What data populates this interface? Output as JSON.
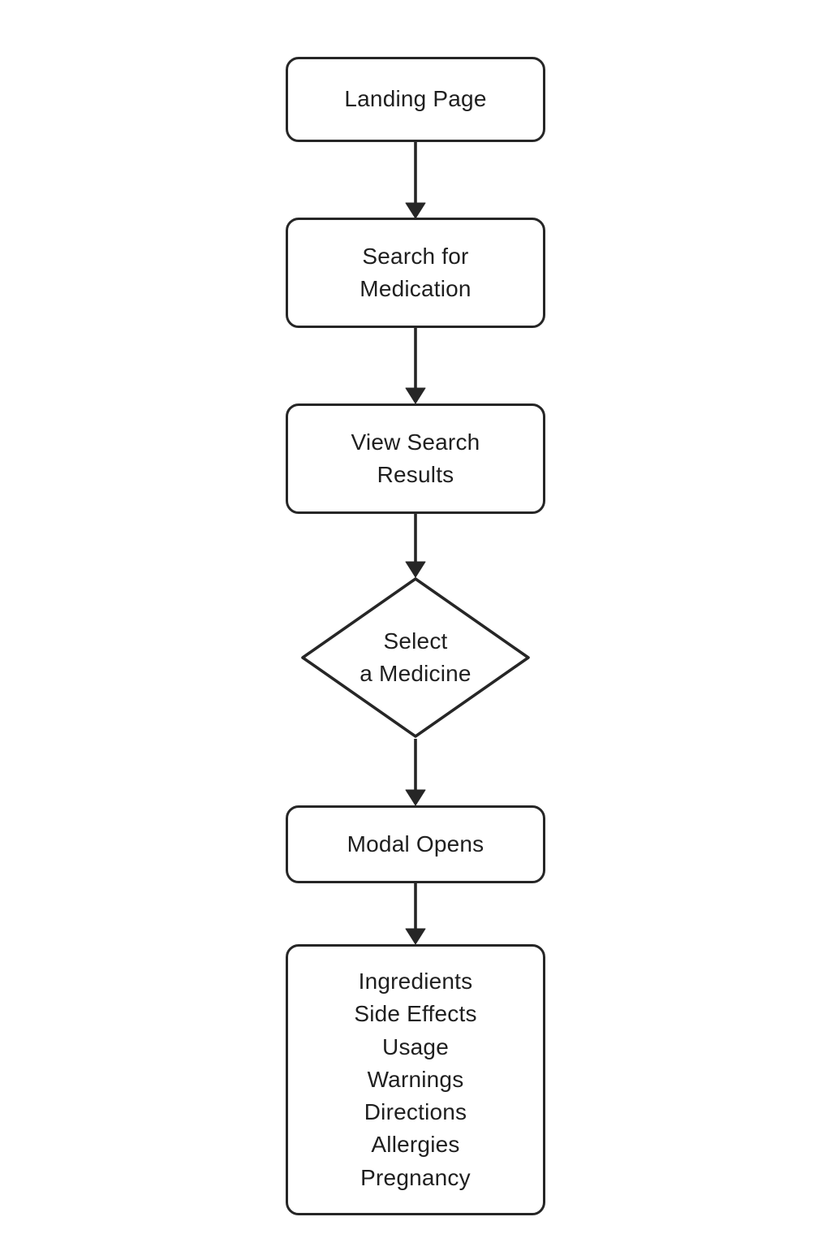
{
  "theme": {
    "background": "#ffffff",
    "node_fill": "#ffffff",
    "stroke": "#262626",
    "text": "#1f1f1f"
  },
  "flowchart": {
    "type": "flowchart",
    "direction": "top-down",
    "nodes": [
      {
        "id": "landing-page",
        "shape": "rounded-rect",
        "lines": [
          "Landing Page"
        ]
      },
      {
        "id": "search-for-medication",
        "shape": "rounded-rect",
        "lines": [
          "Search for",
          "Medication"
        ]
      },
      {
        "id": "view-search-results",
        "shape": "rounded-rect",
        "lines": [
          "View Search",
          "Results"
        ]
      },
      {
        "id": "select-a-medicine",
        "shape": "diamond",
        "lines": [
          "Select",
          "a Medicine"
        ]
      },
      {
        "id": "modal-opens",
        "shape": "rounded-rect",
        "lines": [
          "Modal Opens"
        ]
      },
      {
        "id": "medication-details",
        "shape": "rounded-rect",
        "lines": [
          "Ingredients",
          "Side Effects",
          "Usage",
          "Warnings",
          "Directions",
          "Allergies",
          "Pregnancy"
        ]
      }
    ],
    "edges": [
      {
        "from": "landing-page",
        "to": "search-for-medication",
        "style": "arrow-down"
      },
      {
        "from": "search-for-medication",
        "to": "view-search-results",
        "style": "arrow-down"
      },
      {
        "from": "view-search-results",
        "to": "select-a-medicine",
        "style": "arrow-down"
      },
      {
        "from": "select-a-medicine",
        "to": "modal-opens",
        "style": "arrow-down"
      },
      {
        "from": "modal-opens",
        "to": "medication-details",
        "style": "arrow-down"
      }
    ]
  }
}
